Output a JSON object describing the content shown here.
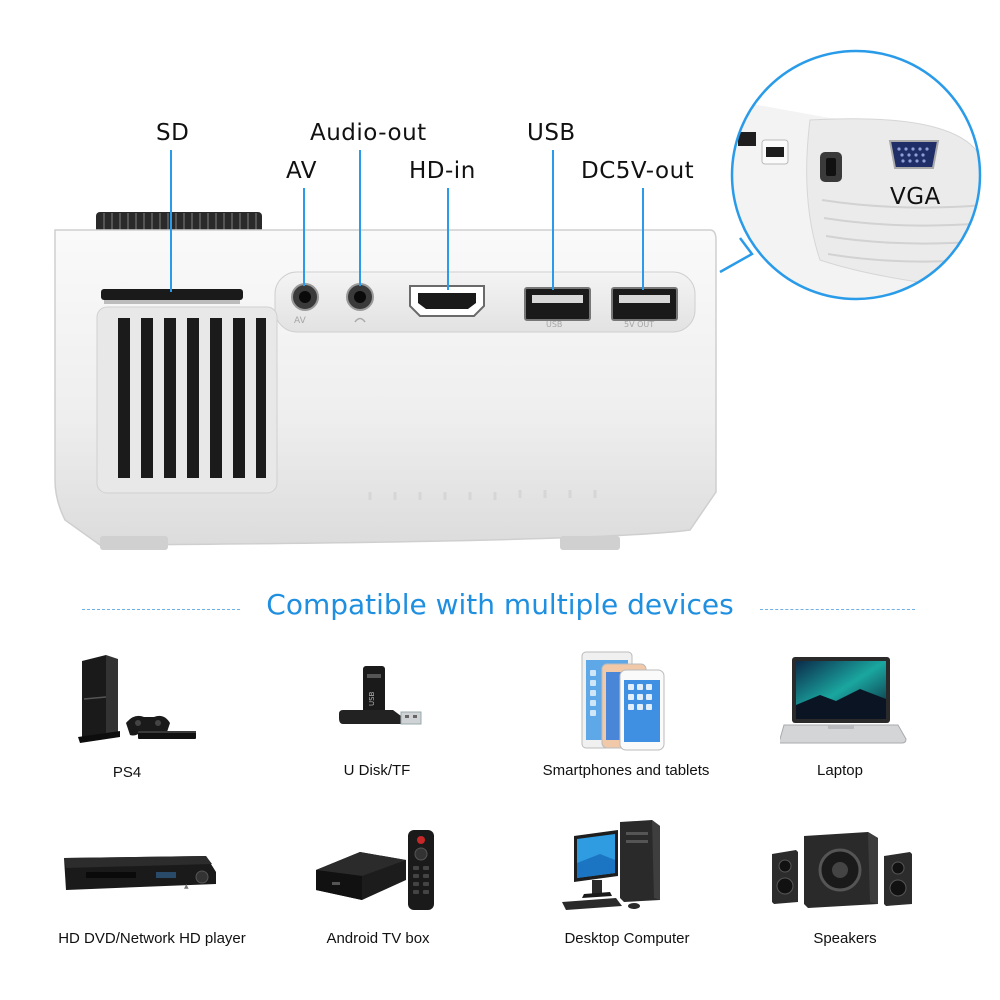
{
  "ports": {
    "sd": "SD",
    "av": "AV",
    "audio_out": "Audio-out",
    "hd_in": "HD-in",
    "usb": "USB",
    "dc5v_out": "DC5V-out",
    "vga": "VGA"
  },
  "panel_print": {
    "av": "AV",
    "usb": "USB",
    "fiveV": "5V OUT"
  },
  "colors": {
    "accent": "#1f8fe0",
    "leader_line": "#2a9be8"
  },
  "section": {
    "heading": "Compatible with multiple devices"
  },
  "devices": [
    {
      "label": "PS4",
      "icon": "ps4-console-icon"
    },
    {
      "label": "U Disk/TF",
      "icon": "usb-flash-drive-icon"
    },
    {
      "label": "Smartphones and tablets",
      "icon": "smartphone-tablet-icon"
    },
    {
      "label": "Laptop",
      "icon": "laptop-icon"
    },
    {
      "label": "HD DVD/Network HD player",
      "icon": "dvd-player-icon"
    },
    {
      "label": "Android TV box",
      "icon": "tv-box-icon"
    },
    {
      "label": "Desktop Computer",
      "icon": "desktop-computer-icon"
    },
    {
      "label": "Speakers",
      "icon": "speakers-icon"
    }
  ]
}
